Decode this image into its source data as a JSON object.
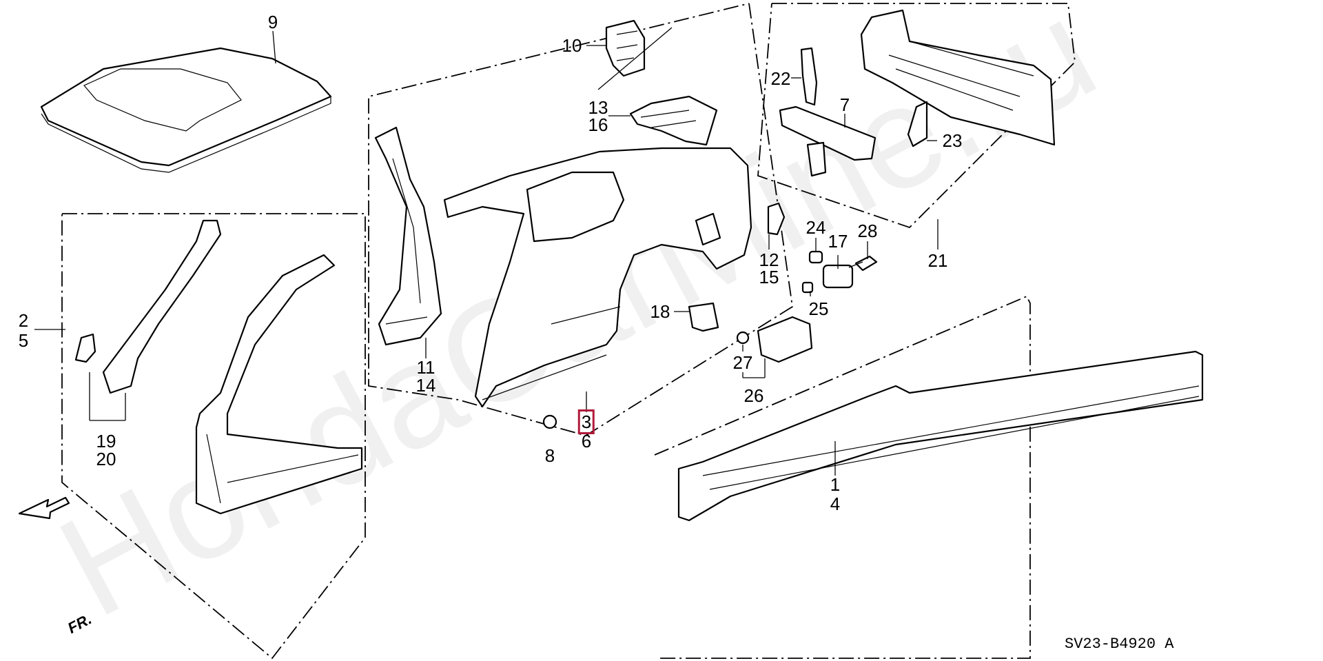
{
  "watermark": "HondaCarMine.ru",
  "diagram_code": "SV23-B4920 A",
  "front_indicator": "FR.",
  "highlight_color": "#b11b3b",
  "callouts": {
    "c9": "9",
    "c10": "10",
    "c13": "13",
    "c16": "16",
    "c22": "22",
    "c7": "7",
    "c23": "23",
    "c21": "21",
    "c2": "2",
    "c5": "5",
    "c19": "19",
    "c20": "20",
    "c11": "11",
    "c14": "14",
    "c12": "12",
    "c15": "15",
    "c24": "24",
    "c17": "17",
    "c28": "28",
    "c25": "25",
    "c18": "18",
    "c27": "27",
    "c26": "26",
    "c3": "3",
    "c6": "6",
    "c8": "8",
    "c1": "1",
    "c4": "4"
  }
}
